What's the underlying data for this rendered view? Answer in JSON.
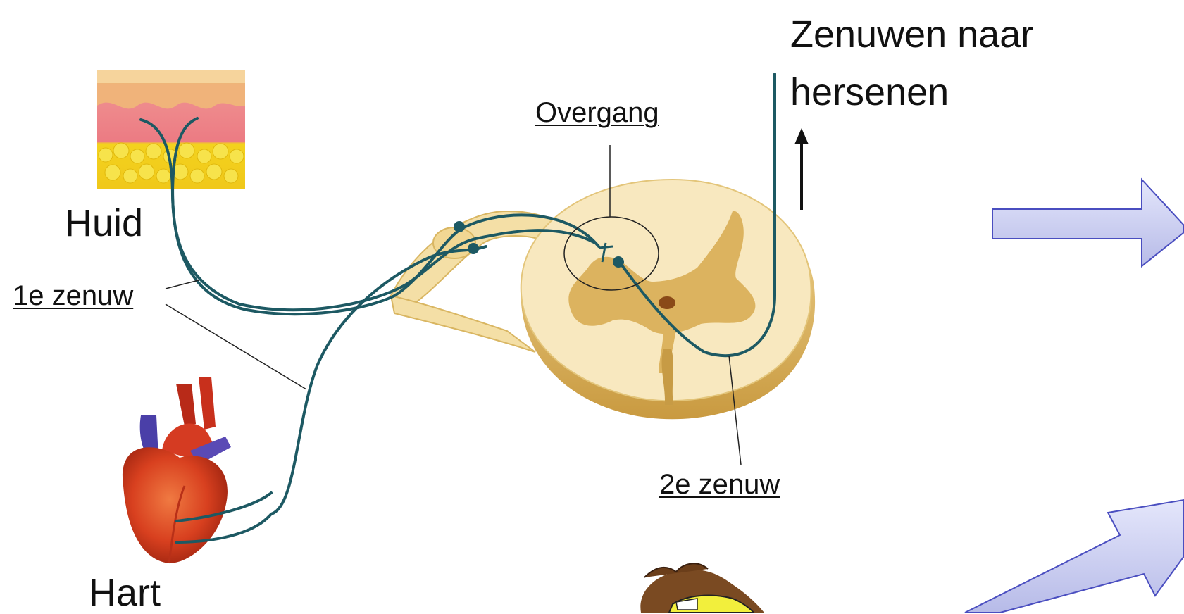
{
  "diagram": {
    "labels": {
      "skin": "Huid",
      "heart": "Hart",
      "first_nerve": "1e zenuw",
      "second_nerve": "2e zenuw",
      "junction": "Overgang",
      "nerves_to_brain_line1": "Zenuwen naar",
      "nerves_to_brain_line2": "hersenen"
    },
    "colors": {
      "nerve": "#1d5963",
      "cord_light": "#f7e6ba",
      "cord_grey_matter": "#dcb35f",
      "arrow_fill": "#c9cdf0",
      "arrow_stroke": "#4a4ec0",
      "heart_red": "#d8401f",
      "heart_vessel_blue": "#4a3fa8",
      "skin_pink": "#ee8e8e",
      "fat_yellow": "#f3d21e"
    },
    "icons": [
      "skin-layers-icon",
      "heart-icon",
      "spinal-cord-icon",
      "cartoon-character-icon",
      "arrow-right-icon",
      "arrow-up-right-icon"
    ]
  }
}
